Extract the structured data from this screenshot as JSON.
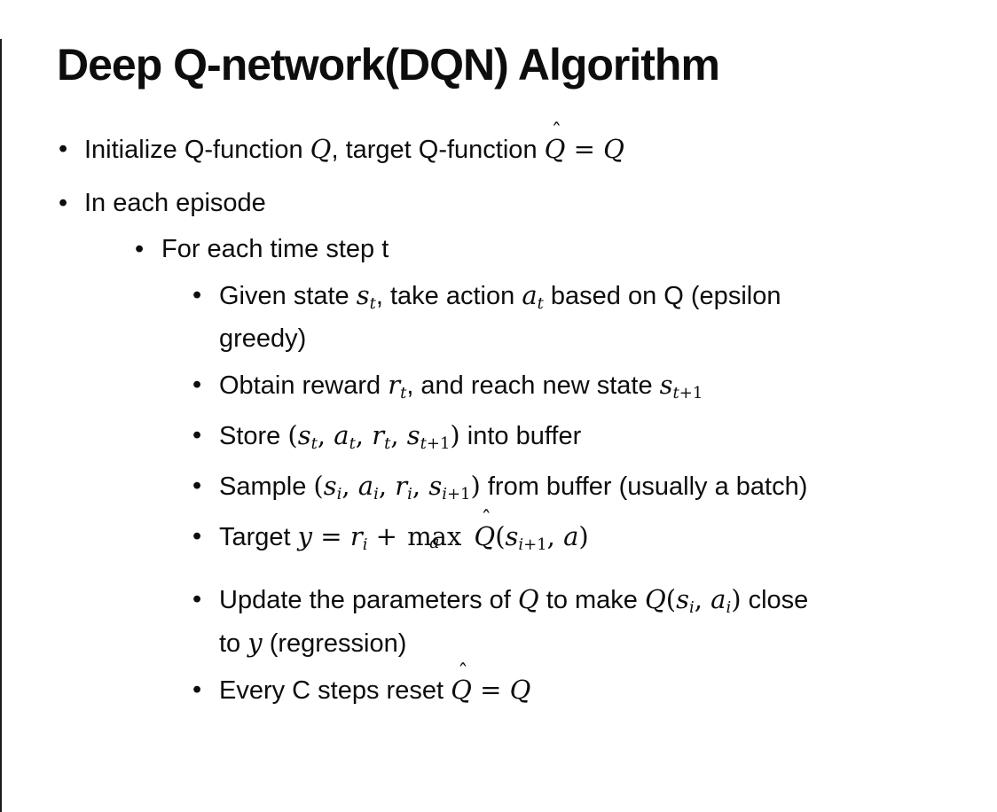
{
  "colors": {
    "text": "#0d0d0d",
    "background": "#ffffff",
    "border": "#1a1a1a"
  },
  "slide": {
    "title": "Deep Q-network(DQN) Algorithm",
    "bullets": [
      {
        "level": 1,
        "segments": [
          {
            "k": "t",
            "t": "Initialize Q-function "
          },
          {
            "k": "v",
            "t": "Q"
          },
          {
            "k": "t",
            "t": ", target Q-function "
          },
          {
            "k": "vh",
            "t": "Q"
          },
          {
            "k": "o",
            "t": " = "
          },
          {
            "k": "v",
            "t": "Q"
          }
        ]
      },
      {
        "level": 1,
        "segments": [
          {
            "k": "t",
            "t": "In each episode"
          }
        ]
      },
      {
        "level": 2,
        "segments": [
          {
            "k": "t",
            "t": "For each time step t"
          }
        ]
      },
      {
        "level": 3,
        "segments": [
          {
            "k": "t",
            "t": "Given state "
          },
          {
            "k": "v",
            "t": "s"
          },
          {
            "k": "vs",
            "t": "t"
          },
          {
            "k": "t",
            "t": ", take action "
          },
          {
            "k": "v",
            "t": "a"
          },
          {
            "k": "vs",
            "t": "t"
          },
          {
            "k": "t",
            "t": " based on Q (epsilon"
          },
          {
            "k": "br"
          },
          {
            "k": "t",
            "t": "greedy)"
          }
        ]
      },
      {
        "level": 3,
        "segments": [
          {
            "k": "t",
            "t": "Obtain reward "
          },
          {
            "k": "v",
            "t": "r"
          },
          {
            "k": "vs",
            "t": "t"
          },
          {
            "k": "t",
            "t": ", and reach new state "
          },
          {
            "k": "v",
            "t": "s"
          },
          {
            "k": "vs",
            "t": "t"
          },
          {
            "k": "os",
            "t": "+1"
          }
        ]
      },
      {
        "level": 3,
        "segments": [
          {
            "k": "t",
            "t": "Store "
          },
          {
            "k": "o",
            "t": "("
          },
          {
            "k": "v",
            "t": "s"
          },
          {
            "k": "vs",
            "t": "t"
          },
          {
            "k": "o",
            "t": ", "
          },
          {
            "k": "v",
            "t": "a"
          },
          {
            "k": "vs",
            "t": "t"
          },
          {
            "k": "o",
            "t": ", "
          },
          {
            "k": "v",
            "t": "r"
          },
          {
            "k": "vs",
            "t": "t"
          },
          {
            "k": "o",
            "t": ", "
          },
          {
            "k": "v",
            "t": "s"
          },
          {
            "k": "vs",
            "t": "t"
          },
          {
            "k": "os",
            "t": "+1"
          },
          {
            "k": "o",
            "t": ")"
          },
          {
            "k": "t",
            "t": " into buffer"
          }
        ]
      },
      {
        "level": 3,
        "segments": [
          {
            "k": "t",
            "t": "Sample "
          },
          {
            "k": "o",
            "t": "("
          },
          {
            "k": "v",
            "t": "s"
          },
          {
            "k": "vs",
            "t": "i"
          },
          {
            "k": "o",
            "t": ", "
          },
          {
            "k": "v",
            "t": "a"
          },
          {
            "k": "vs",
            "t": "i"
          },
          {
            "k": "o",
            "t": ", "
          },
          {
            "k": "v",
            "t": "r"
          },
          {
            "k": "vs",
            "t": "i"
          },
          {
            "k": "o",
            "t": ", "
          },
          {
            "k": "v",
            "t": "s"
          },
          {
            "k": "vs",
            "t": "i"
          },
          {
            "k": "os",
            "t": "+1"
          },
          {
            "k": "o",
            "t": ")"
          },
          {
            "k": "t",
            "t": " from buffer (usually a batch)"
          }
        ]
      },
      {
        "level": 3,
        "segments": [
          {
            "k": "t",
            "t": "Target "
          },
          {
            "k": "v",
            "t": "y"
          },
          {
            "k": "o",
            "t": " = "
          },
          {
            "k": "v",
            "t": "r"
          },
          {
            "k": "vs",
            "t": "i"
          },
          {
            "k": "o",
            "t": " + "
          },
          {
            "k": "under",
            "t": "max",
            "u": "a"
          },
          {
            "k": "t",
            "t": " "
          },
          {
            "k": "vh",
            "t": "Q"
          },
          {
            "k": "o",
            "t": "("
          },
          {
            "k": "v",
            "t": "s"
          },
          {
            "k": "vs",
            "t": "i"
          },
          {
            "k": "os",
            "t": "+1"
          },
          {
            "k": "o",
            "t": ", "
          },
          {
            "k": "v",
            "t": "a"
          },
          {
            "k": "o",
            "t": ")"
          }
        ]
      },
      {
        "level": 3,
        "segments": [
          {
            "k": "t",
            "t": "Update the parameters of "
          },
          {
            "k": "v",
            "t": "Q"
          },
          {
            "k": "t",
            "t": " to make "
          },
          {
            "k": "v",
            "t": "Q"
          },
          {
            "k": "o",
            "t": "("
          },
          {
            "k": "v",
            "t": "s"
          },
          {
            "k": "vs",
            "t": "i"
          },
          {
            "k": "o",
            "t": ", "
          },
          {
            "k": "v",
            "t": "a"
          },
          {
            "k": "vs",
            "t": "i"
          },
          {
            "k": "o",
            "t": ")"
          },
          {
            "k": "t",
            "t": " close"
          },
          {
            "k": "br"
          },
          {
            "k": "t",
            "t": "to "
          },
          {
            "k": "v",
            "t": "y"
          },
          {
            "k": "t",
            "t": " (regression)"
          }
        ]
      },
      {
        "level": 3,
        "segments": [
          {
            "k": "t",
            "t": "Every C steps reset "
          },
          {
            "k": "vh",
            "t": "Q"
          },
          {
            "k": "o",
            "t": " = "
          },
          {
            "k": "v",
            "t": "Q"
          }
        ]
      }
    ]
  }
}
